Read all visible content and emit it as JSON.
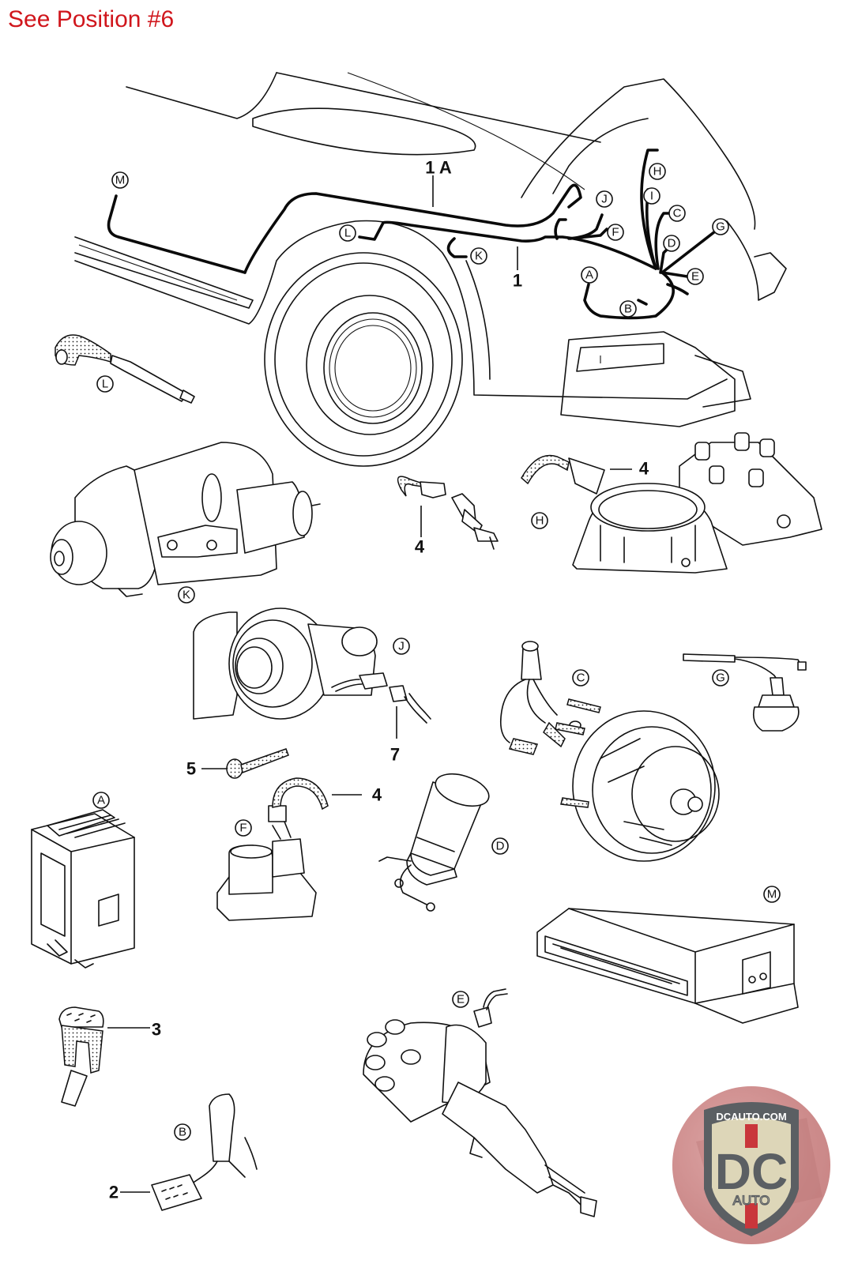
{
  "header": {
    "title": "See Position #6",
    "title_color": "#d0161c"
  },
  "diagram": {
    "subject": "Vehicle wiring harness with connected components",
    "harness_labels": {
      "main_harness": "1",
      "secondary_harness": "1 A"
    },
    "harness_connector_callouts": [
      "M",
      "L",
      "K",
      "J",
      "F",
      "H",
      "I",
      "C",
      "D",
      "G",
      "E",
      "A",
      "B"
    ],
    "component_callouts": {
      "L": "L",
      "K": "K",
      "H": "H",
      "J": "J",
      "C": "C",
      "G": "G",
      "A": "A",
      "F": "F",
      "D": "D",
      "M": "M",
      "E": "E",
      "B": "B"
    },
    "part_numbers": {
      "p2": "2",
      "p3": "3",
      "p4_h_left": "4",
      "p4_h_right": "4",
      "p4_f": "4",
      "p5": "5",
      "p7": "7"
    }
  },
  "logo": {
    "top_text": "DCAUTO.COM",
    "main_text": "DC",
    "bottom_text": "AUTO",
    "colors": {
      "shield_fill": "#ddd6b8",
      "letters": "#5b5f63",
      "accent": "#c9363b",
      "ring": "#c47d7d"
    }
  }
}
